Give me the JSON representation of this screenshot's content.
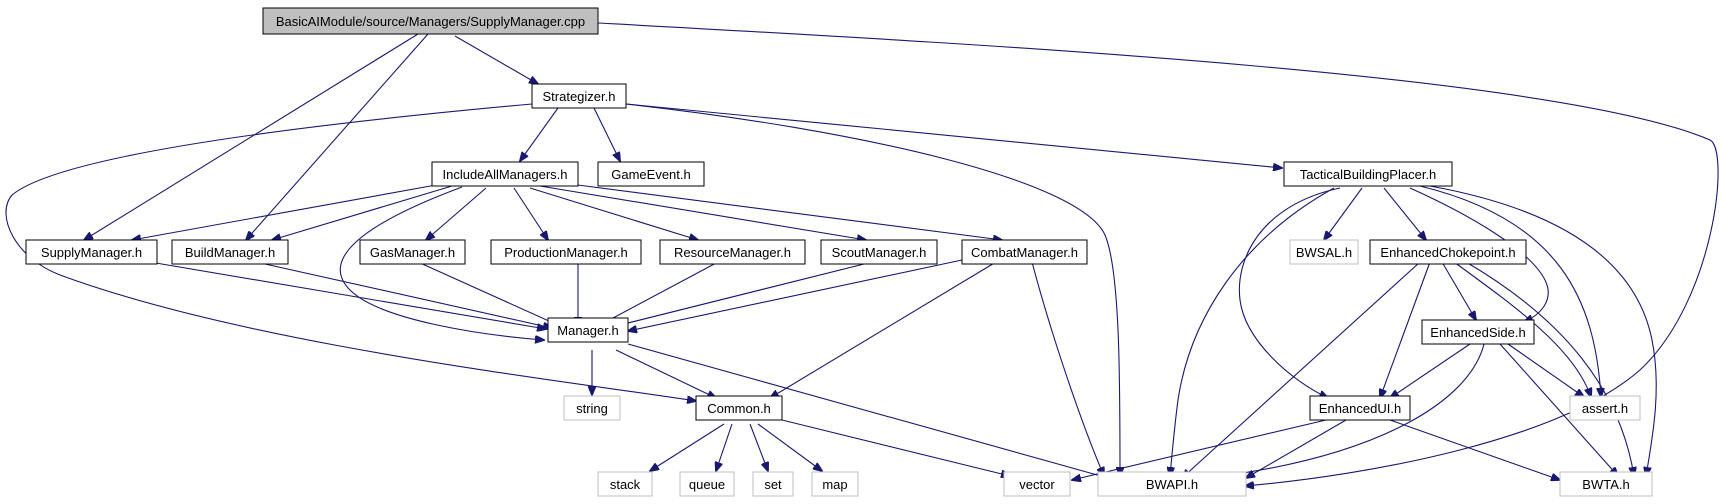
{
  "colors": {
    "root_fill": "#bfbfbf",
    "node_fill": "#ffffff",
    "node_border": "#000000",
    "external_border": "#bfbfbf",
    "edge": "#191970"
  },
  "nodes": {
    "root": "BasicAIModule/source/Managers/SupplyManager.cpp",
    "strategizer": "Strategizer.h",
    "include_all": "IncludeAllManagers.h",
    "game_event": "GameEvent.h",
    "tactical": "TacticalBuildingPlacer.h",
    "supply_mgr": "SupplyManager.h",
    "build_mgr": "BuildManager.h",
    "gas_mgr": "GasManager.h",
    "production_mgr": "ProductionManager.h",
    "resource_mgr": "ResourceManager.h",
    "scout_mgr": "ScoutManager.h",
    "combat_mgr": "CombatManager.h",
    "manager": "Manager.h",
    "string": "string",
    "common": "Common.h",
    "stack": "stack",
    "queue": "queue",
    "set": "set",
    "map": "map",
    "vector": "vector",
    "bwapi": "BWAPI.h",
    "bwsal": "BWSAL.h",
    "enh_choke": "EnhancedChokepoint.h",
    "enh_side": "EnhancedSide.h",
    "enh_ui": "EnhancedUI.h",
    "assert": "assert.h",
    "bwta": "BWTA.h"
  }
}
